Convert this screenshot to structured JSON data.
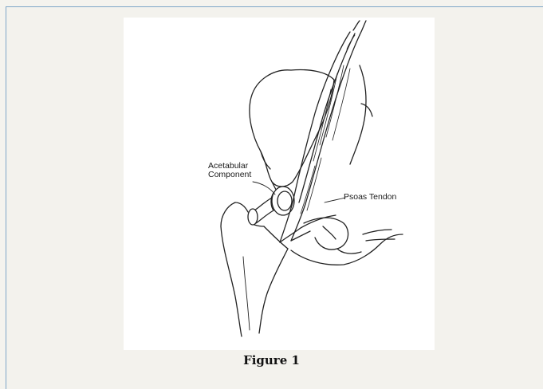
{
  "figure": {
    "labels": {
      "acetabular_line1": "Acetabular",
      "acetabular_line2": "Component",
      "psoas": "Psoas Tendon"
    },
    "caption": "Figure 1"
  }
}
